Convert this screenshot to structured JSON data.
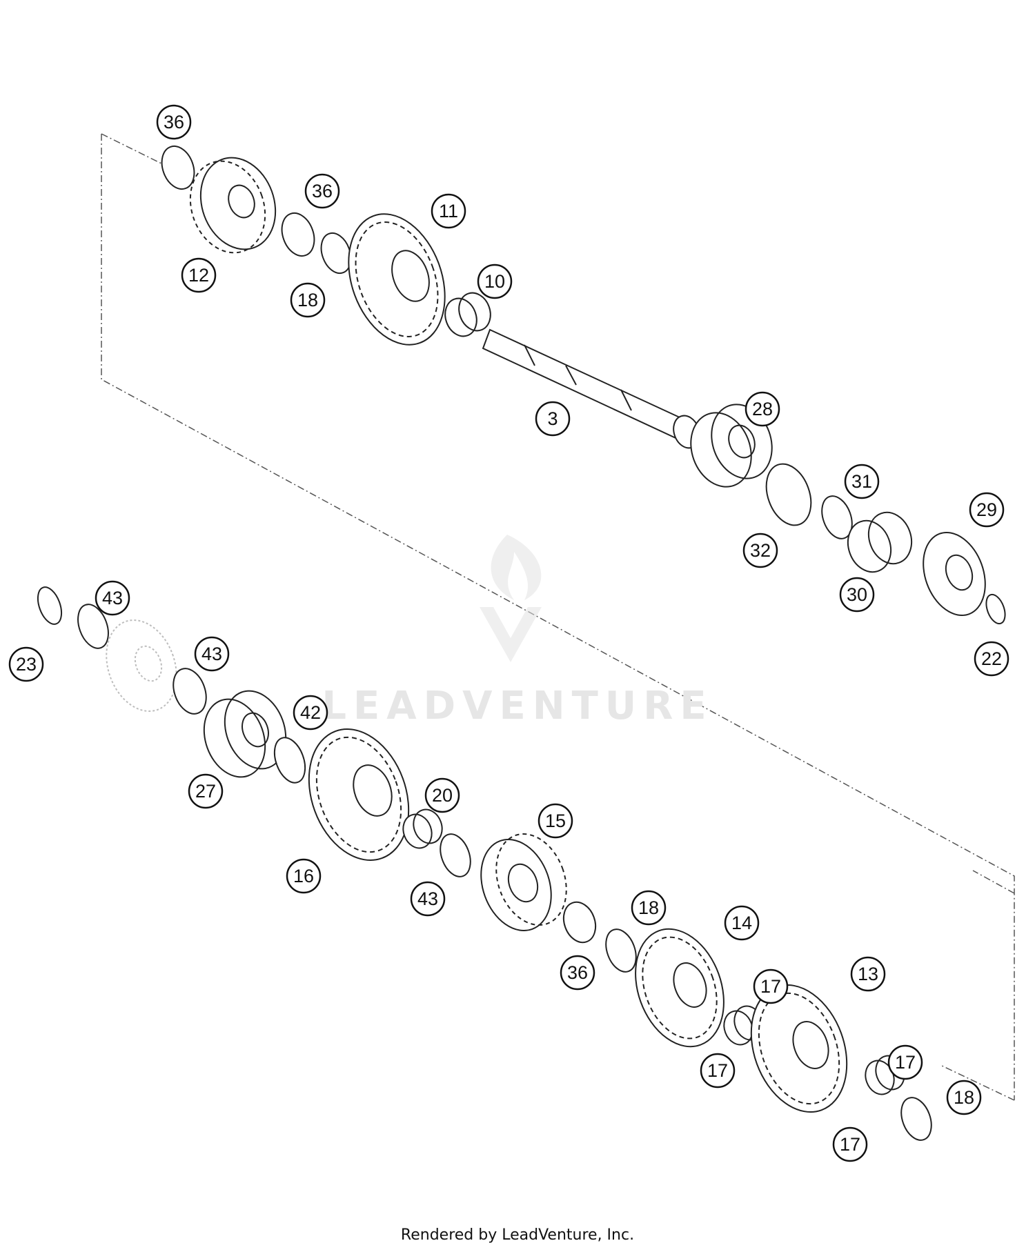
{
  "watermark": {
    "brand": "LEADVENTURE"
  },
  "footer": {
    "credit": "Rendered by LeadVenture, Inc."
  },
  "callouts": [
    {
      "id": "c1",
      "label": "36"
    },
    {
      "id": "c2",
      "label": "36"
    },
    {
      "id": "c3",
      "label": "11"
    },
    {
      "id": "c4",
      "label": "12"
    },
    {
      "id": "c5",
      "label": "18"
    },
    {
      "id": "c6",
      "label": "10"
    },
    {
      "id": "c7",
      "label": "3"
    },
    {
      "id": "c8",
      "label": "28"
    },
    {
      "id": "c9",
      "label": "31"
    },
    {
      "id": "c10",
      "label": "29"
    },
    {
      "id": "c11",
      "label": "32"
    },
    {
      "id": "c12",
      "label": "30"
    },
    {
      "id": "c13",
      "label": "22"
    },
    {
      "id": "c14",
      "label": "43"
    },
    {
      "id": "c15",
      "label": "23"
    },
    {
      "id": "c16",
      "label": "43"
    },
    {
      "id": "c17",
      "label": "42"
    },
    {
      "id": "c18",
      "label": "27"
    },
    {
      "id": "c19",
      "label": "20"
    },
    {
      "id": "c20",
      "label": "15"
    },
    {
      "id": "c21",
      "label": "16"
    },
    {
      "id": "c22",
      "label": "43"
    },
    {
      "id": "c23",
      "label": "18"
    },
    {
      "id": "c24",
      "label": "14"
    },
    {
      "id": "c25",
      "label": "36"
    },
    {
      "id": "c26",
      "label": "17"
    },
    {
      "id": "c27",
      "label": "13"
    },
    {
      "id": "c28",
      "label": "17"
    },
    {
      "id": "c29",
      "label": "17"
    },
    {
      "id": "c30",
      "label": "18"
    },
    {
      "id": "c31",
      "label": "17"
    }
  ]
}
